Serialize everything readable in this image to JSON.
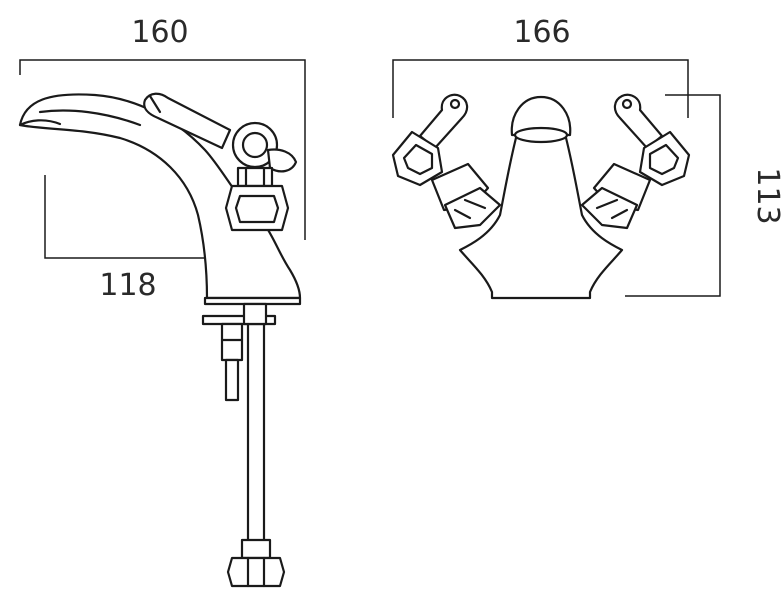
{
  "dimensions": {
    "side_width": "160",
    "front_width": "166",
    "spout_reach": "118",
    "height": "113"
  },
  "colors": {
    "line": "#1a1a1a",
    "background": "#ffffff",
    "text": "#2a2a2a"
  }
}
